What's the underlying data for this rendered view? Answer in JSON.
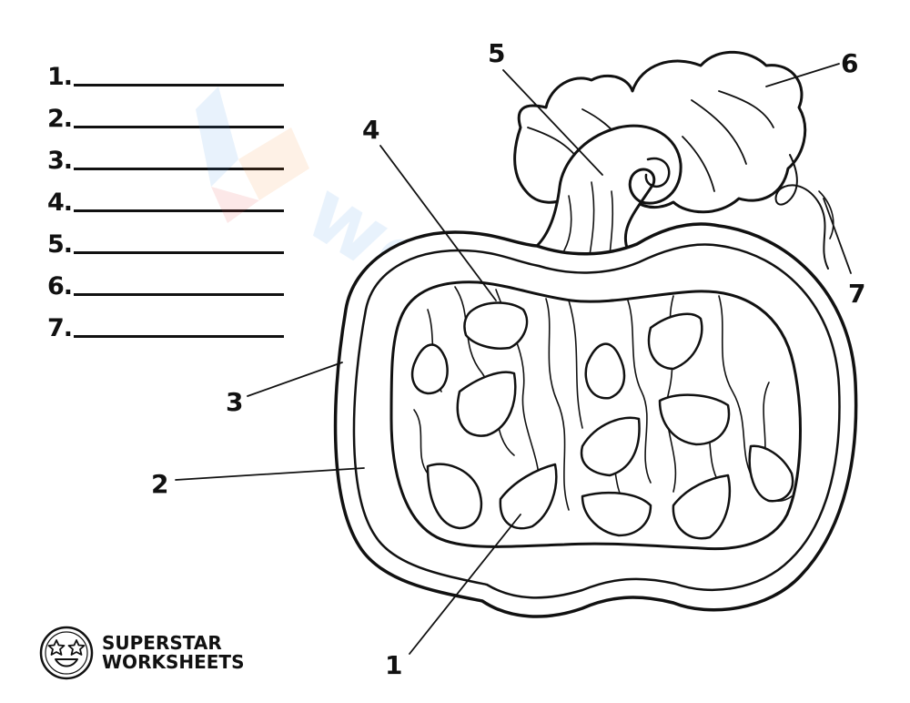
{
  "answer_lines": [
    "1.",
    "2.",
    "3.",
    "4.",
    "5.",
    "6.",
    "7."
  ],
  "callouts": [
    "1",
    "2",
    "3",
    "4",
    "5",
    "6",
    "7"
  ],
  "logo": {
    "line1": "SUPERSTAR",
    "line2": "WORKSHEETS",
    "lettering": "SUPERSTAR WORKSHEETS"
  },
  "watermark": "worksheets"
}
